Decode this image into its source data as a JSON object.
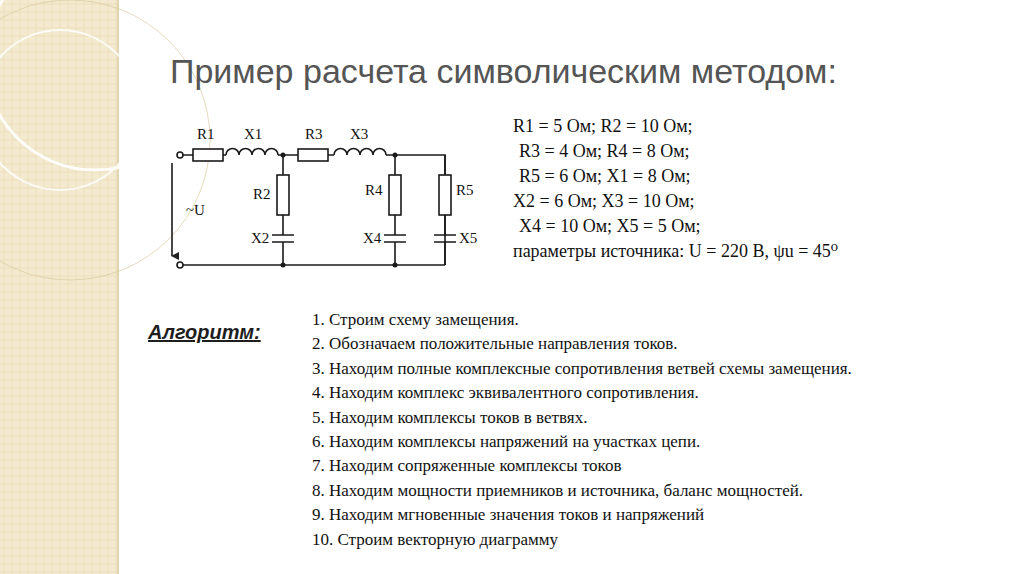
{
  "diagram": {
    "title": "Пример расчета символическим методом:",
    "labels": [
      "R1",
      "X1",
      "R3",
      "X3",
      "R2",
      "X2",
      "R4",
      "X4",
      "R5",
      "X5",
      "~U",
      "R1 = 5 Ом; R2 = 10 Ом;",
      "R3 = 4 Ом; R4 = 8 Ом;",
      "R5 = 6 Ом; X1 = 8 Ом;",
      "X2 = 6 Ом; X3 = 10 Ом;",
      "X4 = 10 Ом; X5 = 5 Ом;",
      "параметры источника: U = 220 В, ψu = 45⁰",
      "Алгоритм:",
      "1. Строим схему замещения.",
      "2. Обозначаем положительные направления токов.",
      "3. Находим полные комплексные сопротивления ветвей схемы замещения.",
      "4. Находим комплекс эквивалентного сопротивления.",
      "5. Находим комплексы токов в ветвях.",
      "6. Находим комплексы напряжений на участках цепи.",
      "7. Находим сопряженные комплексы токов",
      "8. Находим мощности приемников и источника, баланс мощностей.",
      "9. Находим мгновенные значения токов и напряжений",
      "10. Строим векторную диаграмму"
    ]
  }
}
